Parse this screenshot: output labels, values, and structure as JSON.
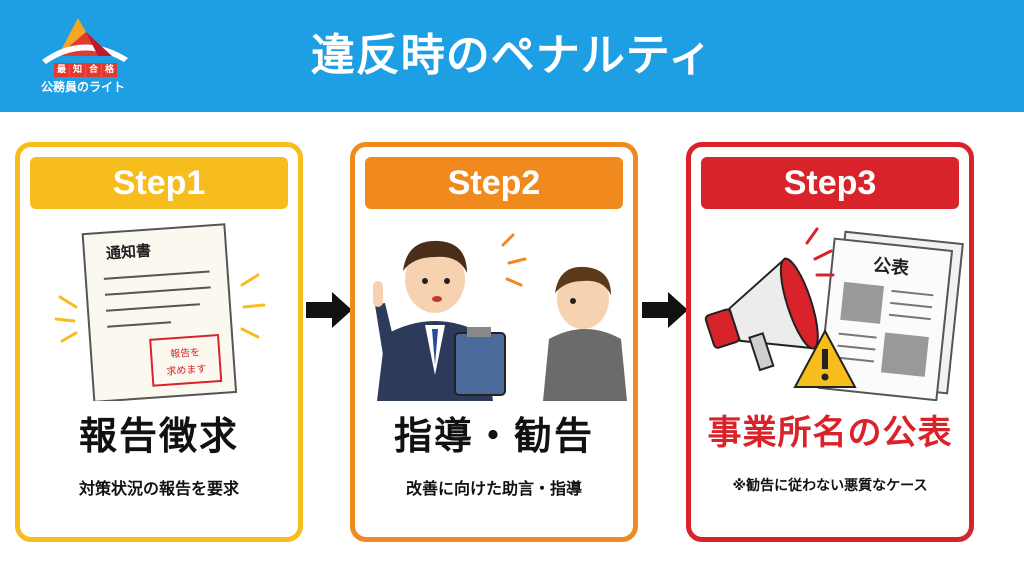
{
  "header": {
    "title": "違反時のペナルティ",
    "logo": {
      "badges": [
        "最",
        "知",
        "合",
        "格"
      ],
      "text": "公務員のライト",
      "icon": "mountain-logo-icon"
    }
  },
  "steps": [
    {
      "label": "Step1",
      "title": "報告徴求",
      "description": "対策状況の報告を要求",
      "icon": "notice-document-icon",
      "illustration_text": {
        "doc_heading": "通知書",
        "stamp_line1": "報告を",
        "stamp_line2": "求めます"
      },
      "color": "#f6bd1c"
    },
    {
      "label": "Step2",
      "title": "指導・勧告",
      "description": "改善に向けた助言・指導",
      "icon": "officials-guidance-icon",
      "color": "#f08a1f"
    },
    {
      "label": "Step3",
      "title": "事業所名の公表",
      "description": "※勧告に従わない悪質なケース",
      "icon": "megaphone-publication-icon",
      "illustration_text": {
        "paper_heading": "公表"
      },
      "color": "#d9232a"
    }
  ],
  "colors": {
    "header_bg": "#1f9fe3",
    "arrow": "#111111"
  }
}
